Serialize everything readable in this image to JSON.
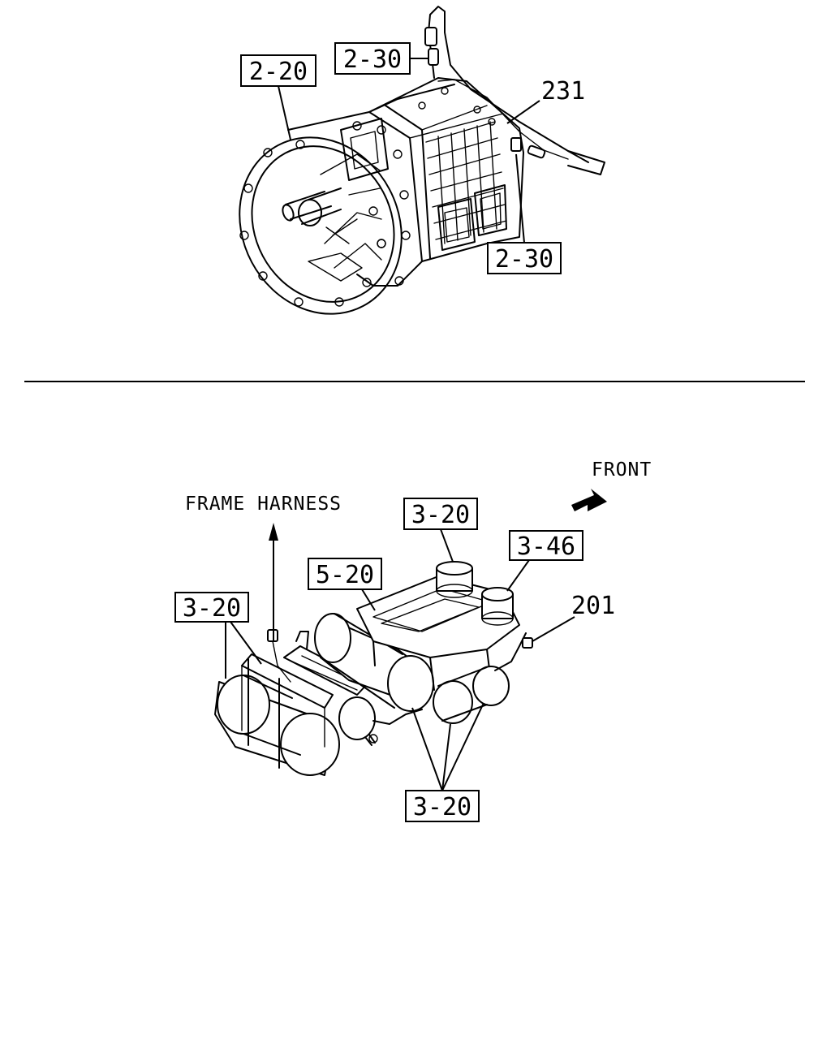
{
  "top_view": {
    "refs": [
      "2-20",
      "2-30",
      "2-30"
    ],
    "part_number": "231"
  },
  "bottom_view": {
    "direction_label": "FRONT",
    "harness_label": "FRAME HARNESS",
    "refs": [
      "3-20",
      "3-46",
      "5-20",
      "3-20",
      "3-20"
    ],
    "part_number": "201"
  }
}
